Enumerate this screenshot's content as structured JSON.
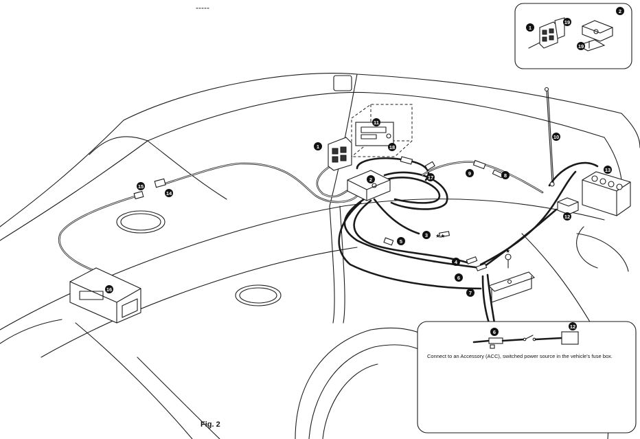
{
  "figure": {
    "caption": "Fig. 2"
  },
  "callouts": [
    "1",
    "2",
    "3",
    "4",
    "5",
    "6",
    "7",
    "8",
    "9",
    "10",
    "11",
    "12",
    "13",
    "14",
    "15",
    "16",
    "17",
    "18",
    "19"
  ],
  "stars": {
    "double": "★★",
    "single": "★"
  },
  "detail_note": {
    "text": "Connect to an Accessory (ACC), switched power source in the vehicle's fuse box."
  }
}
